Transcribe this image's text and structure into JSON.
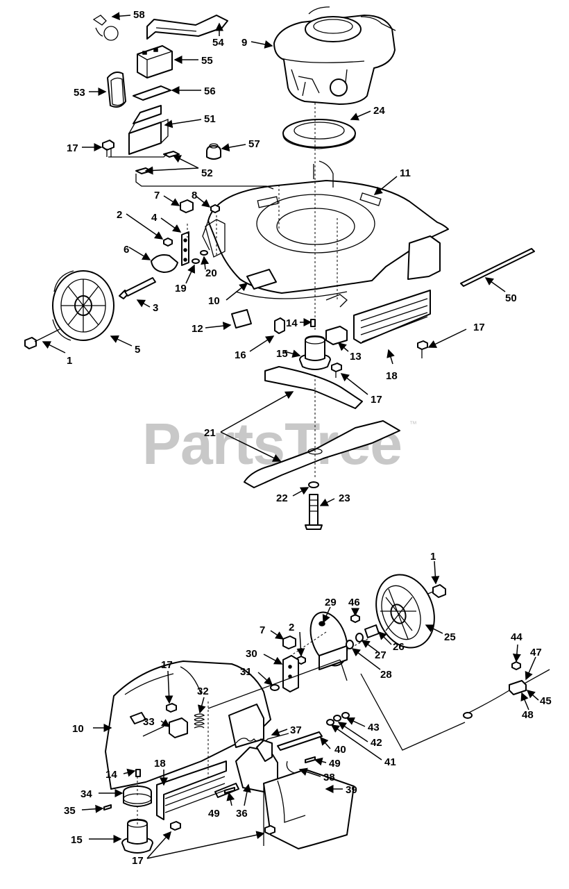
{
  "watermark": {
    "text": "PartsTree",
    "trademark": "™"
  },
  "callouts_upper": [
    "58",
    "54",
    "9",
    "55",
    "53",
    "56",
    "24",
    "51",
    "17",
    "57",
    "52",
    "11",
    "7",
    "8",
    "2",
    "4",
    "6",
    "20",
    "19",
    "3",
    "10",
    "50",
    "12",
    "14",
    "17",
    "1",
    "5",
    "16",
    "15",
    "13",
    "18",
    "17",
    "21",
    "22",
    "23"
  ],
  "callouts_lower": [
    "1",
    "46",
    "29",
    "7",
    "2",
    "26",
    "25",
    "27",
    "30",
    "28",
    "44",
    "47",
    "17",
    "31",
    "45",
    "48",
    "32",
    "10",
    "33",
    "37",
    "43",
    "42",
    "40",
    "49",
    "41",
    "14",
    "18",
    "38",
    "34",
    "39",
    "35",
    "36",
    "49",
    "15",
    "17"
  ]
}
